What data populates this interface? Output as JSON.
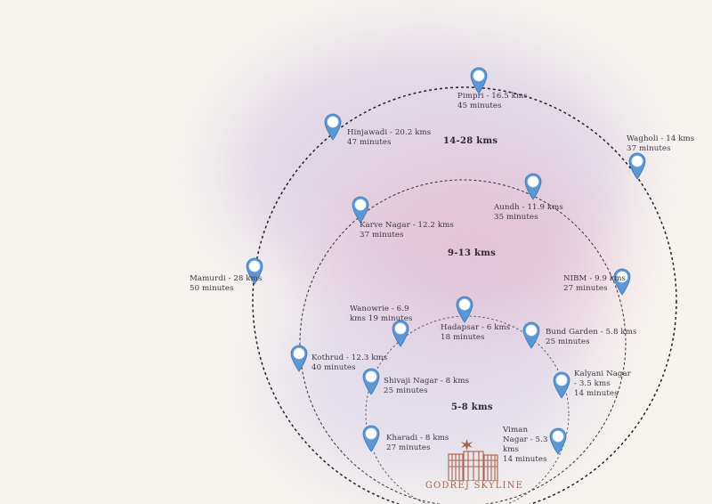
{
  "zones": {
    "outer": "14-28 kms",
    "middle": "9-13 kms",
    "inner": "5-8 kms"
  },
  "locations": [
    {
      "id": "pimpri",
      "name": "Pimpri - 16.5 kms",
      "time": "45 minutes"
    },
    {
      "id": "hinjawadi",
      "name": "Hinjawadi - 20.2 kms",
      "time": "47 minutes"
    },
    {
      "id": "wagholi",
      "name": "Wagholi - 14 kms",
      "time": "37 minutes"
    },
    {
      "id": "aundh",
      "name": "Aundh - 11.9 kms",
      "time": "35 minutes"
    },
    {
      "id": "karve-nagar",
      "name": "Karve Nagar - 12.2 kms",
      "time": "37 minutes"
    },
    {
      "id": "mamurdi",
      "name": "Mamurdi - 28 kms",
      "time": "50 minutes"
    },
    {
      "id": "nibm",
      "name": "NIBM - 9.9 kms",
      "time": "27 minutes"
    },
    {
      "id": "wanowrie",
      "name": "Wanowrie - 6.9 kms 19 minutes",
      "time": ""
    },
    {
      "id": "hadapsar",
      "name": "Hadapsar - 6 kms",
      "time": "18 minutes"
    },
    {
      "id": "bund-garden",
      "name": "Bund Garden - 5.8 kms",
      "time": "25 minutes"
    },
    {
      "id": "kothrud",
      "name": "Kothrud - 12.3 kms",
      "time": "40 minutes"
    },
    {
      "id": "shivaji-nagar",
      "name": "Shivaji Nagar - 8 kms",
      "time": "25 minutes"
    },
    {
      "id": "kalyani-nagar",
      "name": "Kalyani Nagar - 3.5 kms",
      "time": "14 minutes"
    },
    {
      "id": "viman-nagar",
      "name": "Viman Nagar - 5.3 kms",
      "time": "14 minutes"
    },
    {
      "id": "kharadi",
      "name": "Kharadi - 8 kms",
      "time": "27 minutes"
    }
  ],
  "brand": {
    "name": "GODREJ SKYLINE"
  },
  "colors": {
    "pin": "#5b97d4",
    "ring": "#2a2a2a",
    "brand": "#a9634a",
    "background": "#f7f4ef"
  }
}
